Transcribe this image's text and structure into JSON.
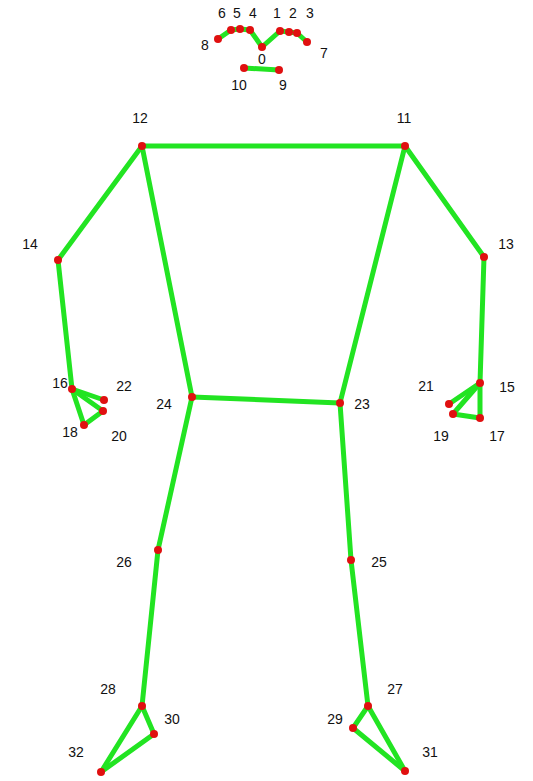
{
  "diagram": {
    "labels": [
      "6",
      "5",
      "4",
      "1",
      "2",
      "3",
      "8",
      "0",
      "7",
      "10",
      "9",
      "12",
      "11",
      "14",
      "13",
      "16",
      "22",
      "21",
      "15",
      "24",
      "23",
      "18",
      "20",
      "19",
      "17",
      "26",
      "25",
      "28",
      "27",
      "30",
      "29",
      "32",
      "31"
    ]
  }
}
